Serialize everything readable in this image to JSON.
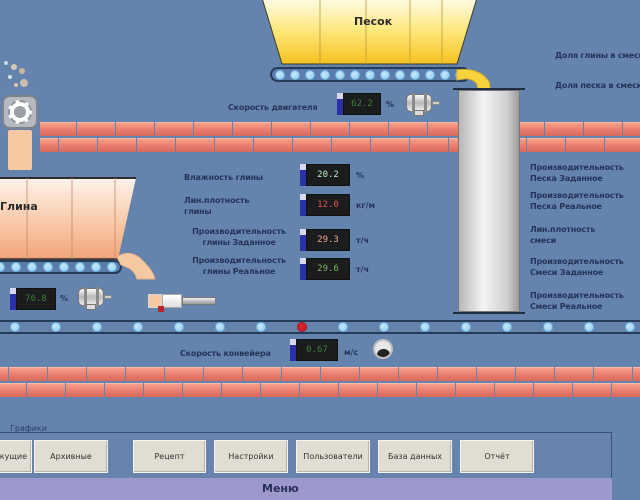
{
  "hoppers": {
    "sand": {
      "label": "Песок",
      "color": "#f7cf2f"
    },
    "clay": {
      "label": "Глина",
      "color": "#f6b58e"
    }
  },
  "motor_speed": {
    "label": "Скорость двигателя",
    "value": "62.2",
    "unit": "%"
  },
  "clay_motor": {
    "value": "76.8",
    "unit": "%"
  },
  "clay_params": [
    {
      "label": "Влажность глины",
      "value": "20.2",
      "unit": "%",
      "color": "#b9f0c6"
    },
    {
      "label": "Лин.плотность глины",
      "value": "12.0",
      "unit": "кг/м",
      "color": "#e2574a"
    },
    {
      "label": "Производительность глины Заданное",
      "value": "29.3",
      "unit": "т/ч",
      "color": "#f0a590"
    },
    {
      "label": "Производительность глины Реальное",
      "value": "29.6",
      "unit": "т/ч",
      "color": "#79b85c"
    }
  ],
  "mix_labels": [
    "Доля глины в смеси",
    "Доля песка в смеси",
    "Производительность Песка Заданное",
    "Производительность Песка Реальное",
    "Лин.плотность смеси",
    "Производительность Смеси Заданное",
    "Производительность Смеси Реальное"
  ],
  "conveyor": {
    "label": "Скорость конвейера",
    "value": "0.67",
    "unit": "м/с",
    "value_color": "#3f7d3a"
  },
  "menu": {
    "group_label": "Графики",
    "title": "Меню",
    "buttons": [
      "Текущие",
      "Архивные",
      "Рецепт",
      "Настройки",
      "Пользователи",
      "База данных",
      "Отчёт"
    ]
  }
}
